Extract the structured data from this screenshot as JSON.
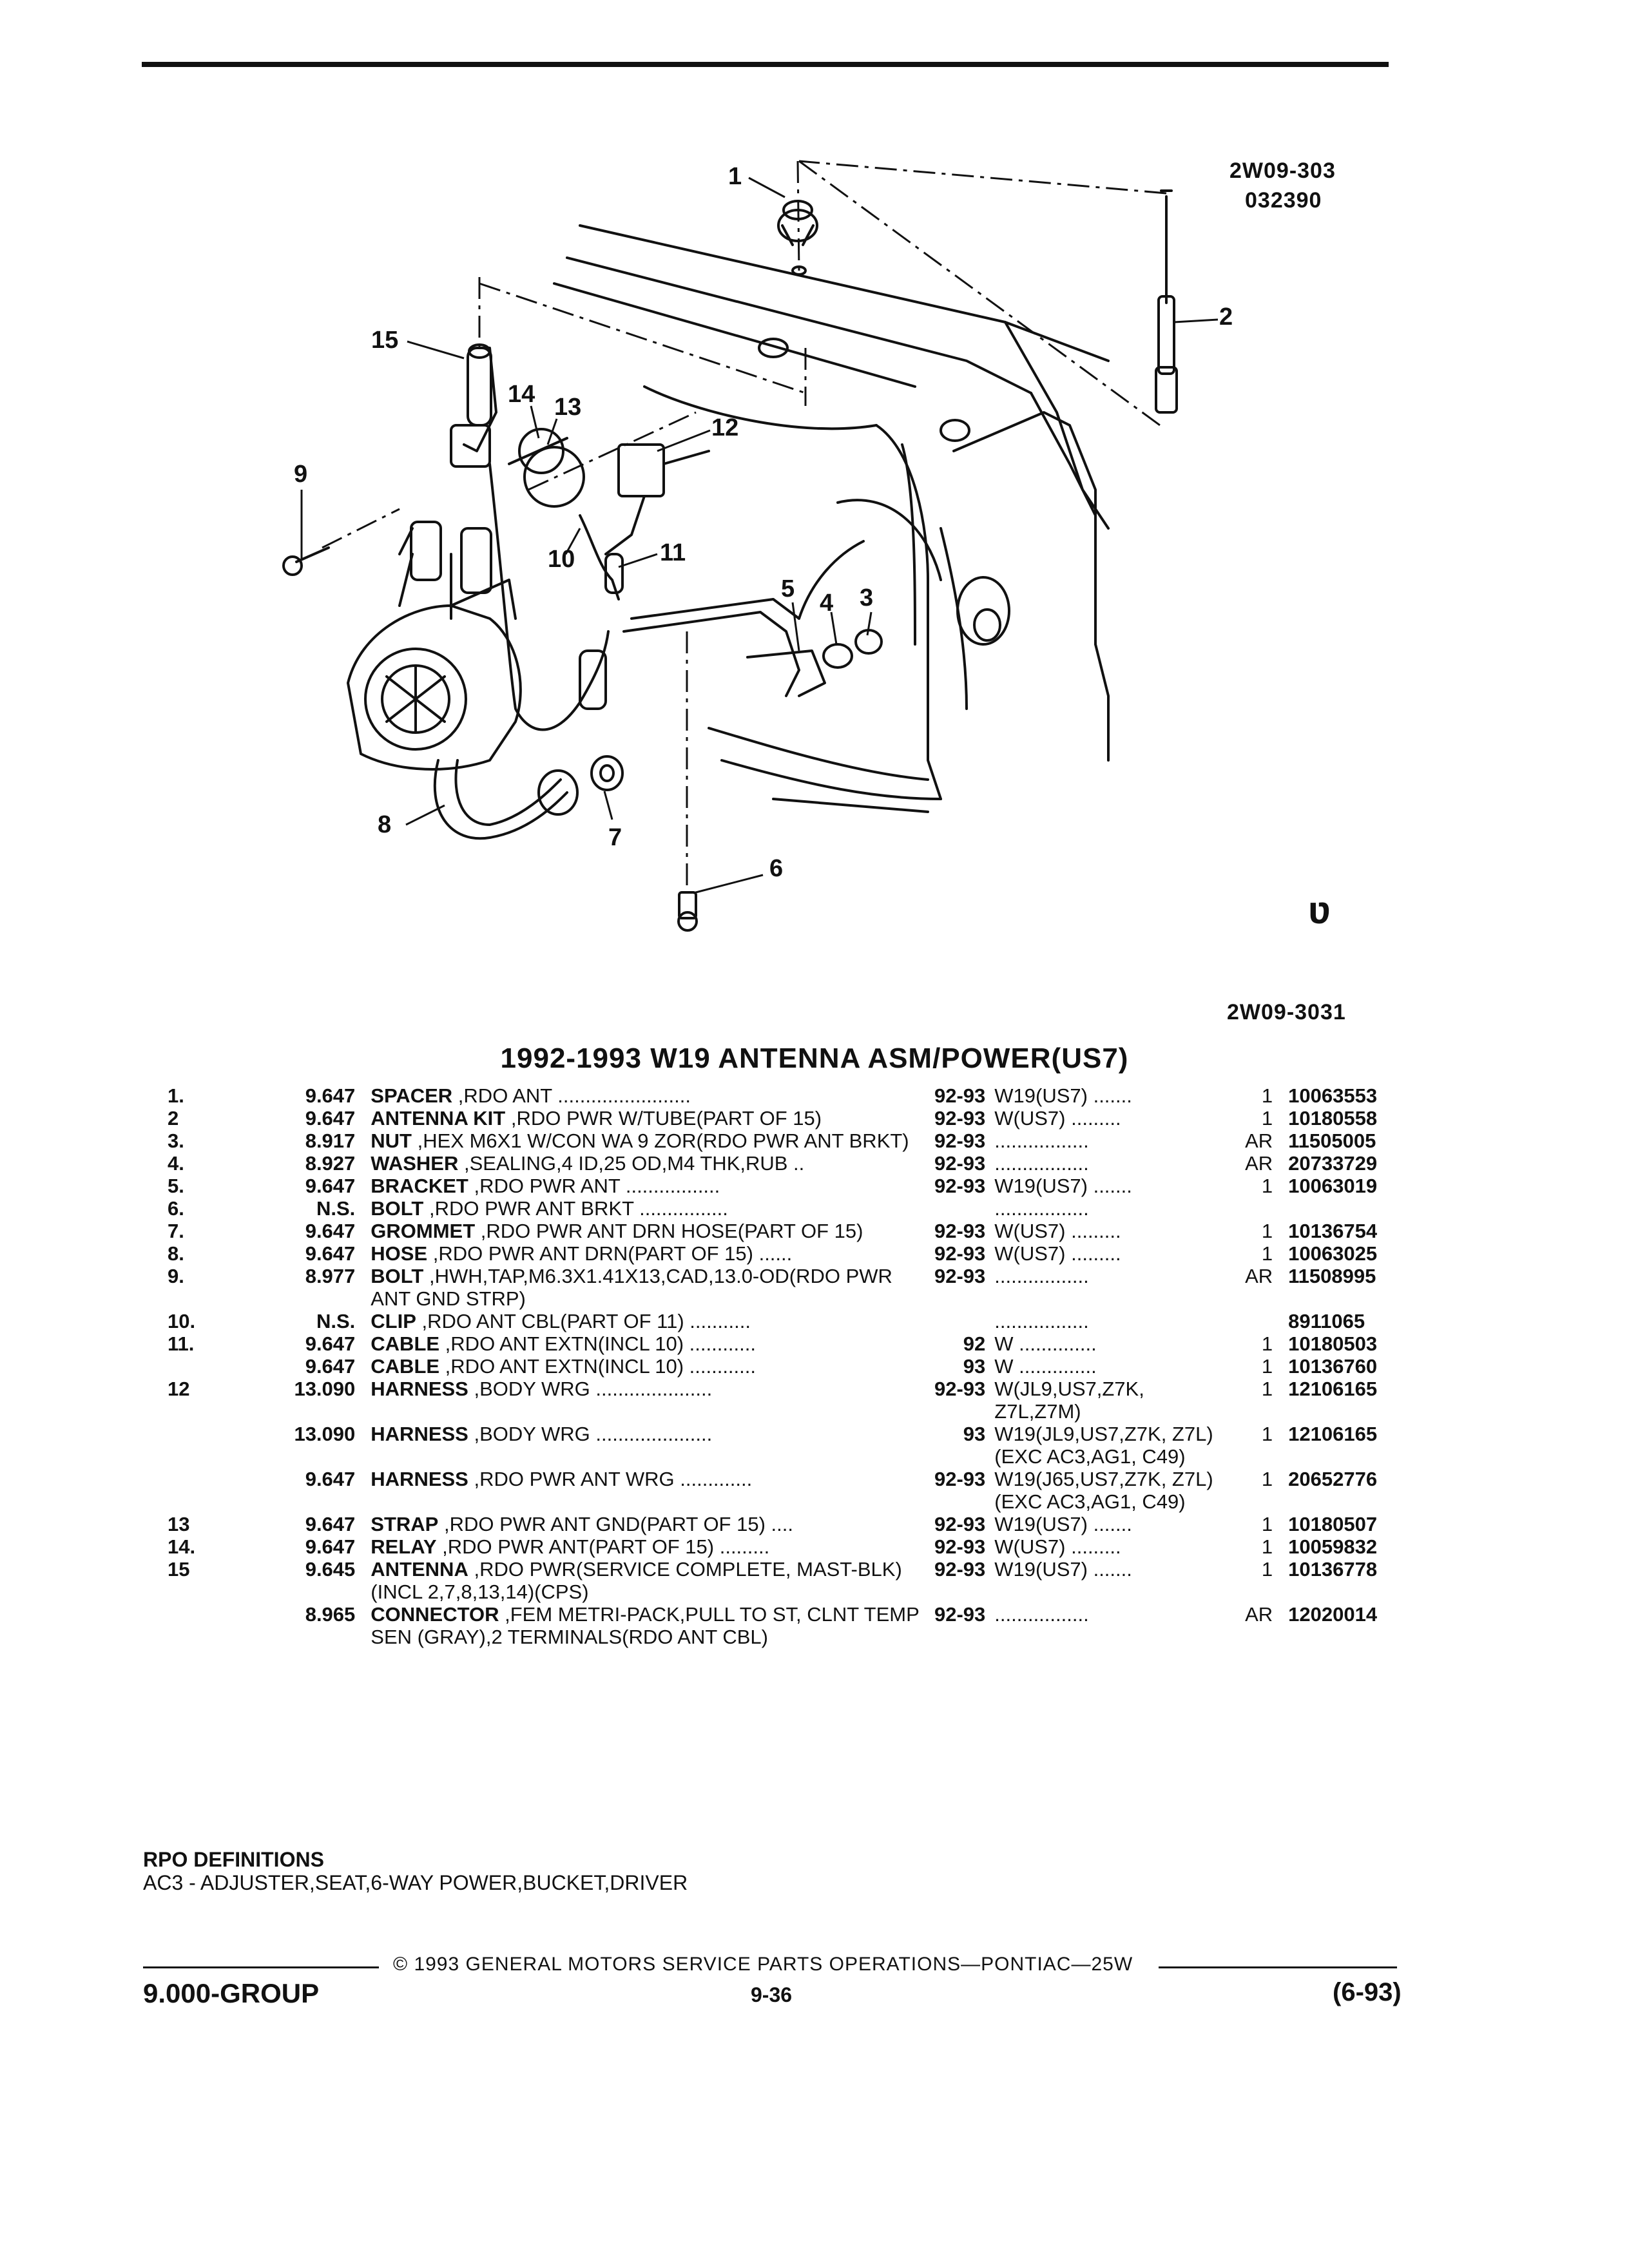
{
  "header": {
    "figure_code_top": "2W09-303",
    "figure_date": "032390",
    "figure_code": "2W09-3031"
  },
  "diagram": {
    "callouts": [
      "1",
      "2",
      "3",
      "4",
      "5",
      "6",
      "7",
      "8",
      "9",
      "10",
      "11",
      "12",
      "13",
      "14",
      "15"
    ],
    "logo_glyph": "ʋ"
  },
  "section_title": "1992-1993 W19 ANTENNA ASM/POWER(US7)",
  "parts": [
    {
      "ref": "1.",
      "group": "9.647",
      "name": "SPACER",
      "desc": " ,RDO ANT ........................",
      "years": "92-93",
      "usage": "W19(US7) .......",
      "qty": "1",
      "part_no": "10063553"
    },
    {
      "ref": "2",
      "group": "9.647",
      "name": "ANTENNA KIT",
      "desc": " ,RDO PWR W/TUBE(PART OF 15)",
      "years": "92-93",
      "usage": "W(US7) .........",
      "qty": "1",
      "part_no": "10180558"
    },
    {
      "ref": "3.",
      "group": "8.917",
      "name": "NUT",
      "desc": " ,HEX M6X1 W/CON WA 9 ZOR(RDO PWR ANT BRKT)",
      "years": "92-93",
      "usage": ".................",
      "qty": "AR",
      "part_no": "11505005"
    },
    {
      "ref": "4.",
      "group": "8.927",
      "name": "WASHER",
      "desc": " ,SEALING,4 ID,25 OD,M4 THK,RUB ..",
      "years": "92-93",
      "usage": ".................",
      "qty": "AR",
      "part_no": "20733729"
    },
    {
      "ref": "5.",
      "group": "9.647",
      "name": "BRACKET",
      "desc": " ,RDO PWR ANT .................",
      "years": "92-93",
      "usage": "W19(US7) .......",
      "qty": "1",
      "part_no": "10063019"
    },
    {
      "ref": "6.",
      "group": "N.S.",
      "name": "BOLT",
      "desc": " ,RDO PWR ANT BRKT ................",
      "years": "",
      "usage": ".................",
      "qty": "",
      "part_no": ""
    },
    {
      "ref": "7.",
      "group": "9.647",
      "name": "GROMMET",
      "desc": " ,RDO PWR ANT DRN HOSE(PART OF 15)",
      "years": "92-93",
      "usage": "W(US7) .........",
      "qty": "1",
      "part_no": "10136754"
    },
    {
      "ref": "8.",
      "group": "9.647",
      "name": "HOSE",
      "desc": " ,RDO PWR ANT DRN(PART OF 15) ......",
      "years": "92-93",
      "usage": "W(US7) .........",
      "qty": "1",
      "part_no": "10063025"
    },
    {
      "ref": "9.",
      "group": "8.977",
      "name": "BOLT",
      "desc": " ,HWH,TAP,M6.3X1.41X13,CAD,13.0-OD(RDO PWR ANT GND STRP)",
      "years": "92-93",
      "usage": ".................",
      "qty": "AR",
      "part_no": "11508995"
    },
    {
      "ref": "10.",
      "group": "N.S.",
      "name": "CLIP",
      "desc": " ,RDO ANT CBL(PART OF 11) ...........",
      "years": "",
      "usage": ".................",
      "qty": "",
      "part_no": "8911065"
    },
    {
      "ref": "11.",
      "group": "9.647",
      "name": "CABLE",
      "desc": " ,RDO ANT EXTN(INCL 10) ............",
      "years": "92",
      "usage": "W ..............",
      "qty": "1",
      "part_no": "10180503"
    },
    {
      "ref": "",
      "group": "9.647",
      "name": "CABLE",
      "desc": " ,RDO ANT EXTN(INCL 10) ............",
      "years": "93",
      "usage": "W ..............",
      "qty": "1",
      "part_no": "10136760"
    },
    {
      "ref": "12",
      "group": "13.090",
      "name": "HARNESS",
      "desc": " ,BODY WRG .....................",
      "years": "92-93",
      "usage": "W(JL9,US7,Z7K, Z7L,Z7M)",
      "qty": "1",
      "part_no": "12106165"
    },
    {
      "ref": "",
      "group": "13.090",
      "name": "HARNESS",
      "desc": " ,BODY WRG .....................",
      "years": "93",
      "usage": "W19(JL9,US7,Z7K, Z7L)(EXC AC3,AG1, C49)",
      "qty": "1",
      "part_no": "12106165"
    },
    {
      "ref": "",
      "group": "9.647",
      "name": "HARNESS",
      "desc": " ,RDO PWR ANT WRG .............",
      "years": "92-93",
      "usage": "W19(J65,US7,Z7K, Z7L)(EXC AC3,AG1, C49)",
      "qty": "1",
      "part_no": "20652776"
    },
    {
      "ref": "13",
      "group": "9.647",
      "name": "STRAP",
      "desc": " ,RDO PWR ANT GND(PART OF 15) ....",
      "years": "92-93",
      "usage": "W19(US7) .......",
      "qty": "1",
      "part_no": "10180507"
    },
    {
      "ref": "14.",
      "group": "9.647",
      "name": "RELAY",
      "desc": " ,RDO PWR ANT(PART OF 15) .........",
      "years": "92-93",
      "usage": "W(US7) .........",
      "qty": "1",
      "part_no": "10059832"
    },
    {
      "ref": "15",
      "group": "9.645",
      "name": "ANTENNA",
      "desc": " ,RDO PWR(SERVICE COMPLETE, MAST-BLK)(INCL 2,7,8,13,14)(CPS)",
      "years": "92-93",
      "usage": "W19(US7) .......",
      "qty": "1",
      "part_no": "10136778"
    },
    {
      "ref": "",
      "group": "8.965",
      "name": "CONNECTOR",
      "desc": " ,FEM METRI-PACK,PULL TO ST, CLNT TEMP SEN (GRAY),2 TERMINALS(RDO ANT CBL)",
      "years": "92-93",
      "usage": ".................",
      "qty": "AR",
      "part_no": "12020014"
    }
  ],
  "rpo": {
    "heading": "RPO DEFINITIONS",
    "definition": "AC3 - ADJUSTER,SEAT,6-WAY POWER,BUCKET,DRIVER"
  },
  "footer": {
    "copyright": "© 1993 GENERAL MOTORS SERVICE PARTS OPERATIONS—PONTIAC—25W",
    "group": "9.000-GROUP",
    "page": "9-36",
    "date": "(6-93)"
  }
}
